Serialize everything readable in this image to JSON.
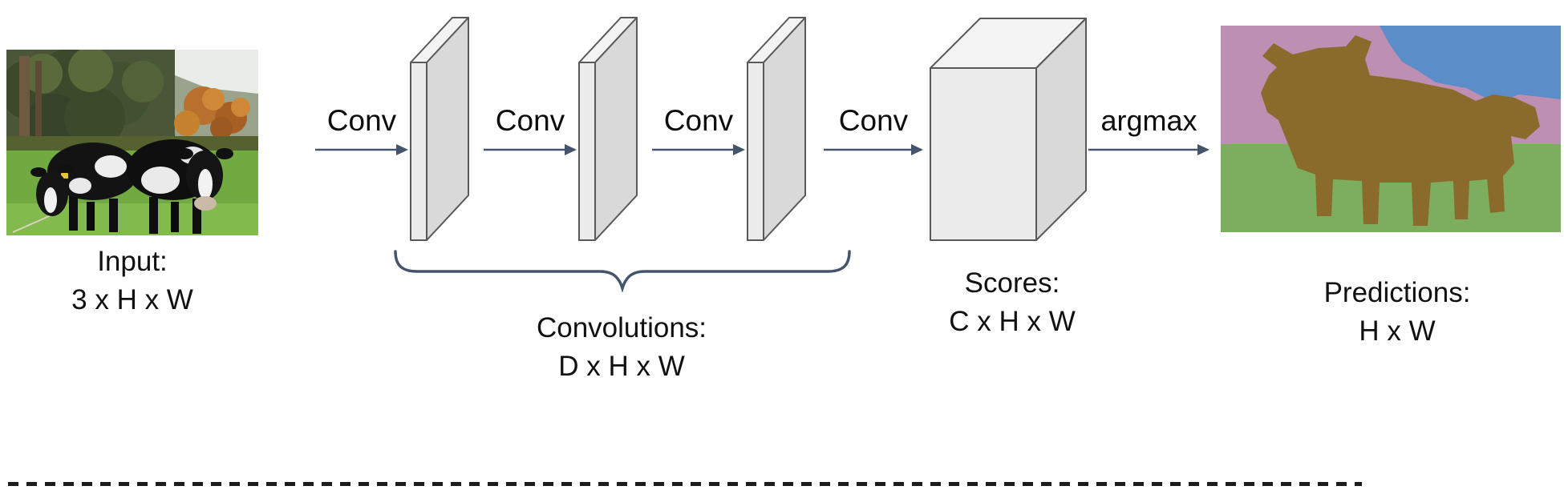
{
  "labels": {
    "input": {
      "line1": "Input:",
      "line2": "3 x H x W"
    },
    "conv_arrows": [
      "Conv",
      "Conv",
      "Conv",
      "Conv"
    ],
    "argmax": "argmax",
    "convolutions": {
      "line1": "Convolutions:",
      "line2": "D x H x W"
    },
    "scores": {
      "line1": "Scores:",
      "line2": "C x H x W"
    },
    "predictions": {
      "line1": "Predictions:",
      "line2": "H x W"
    }
  },
  "colors": {
    "text": "#111111",
    "arrow": "#44546a",
    "brace": "#44546a",
    "shape_outline": "#595959",
    "slab_front": "#ececec",
    "slab_side": "#d9d9d9",
    "slab_top": "#f3f3f3",
    "seg_tree_pink": "#bd8fb3",
    "seg_sky_blue": "#5b8dc8",
    "seg_grass_green": "#7cae5d",
    "seg_cow_brown": "#8a6b2c"
  }
}
